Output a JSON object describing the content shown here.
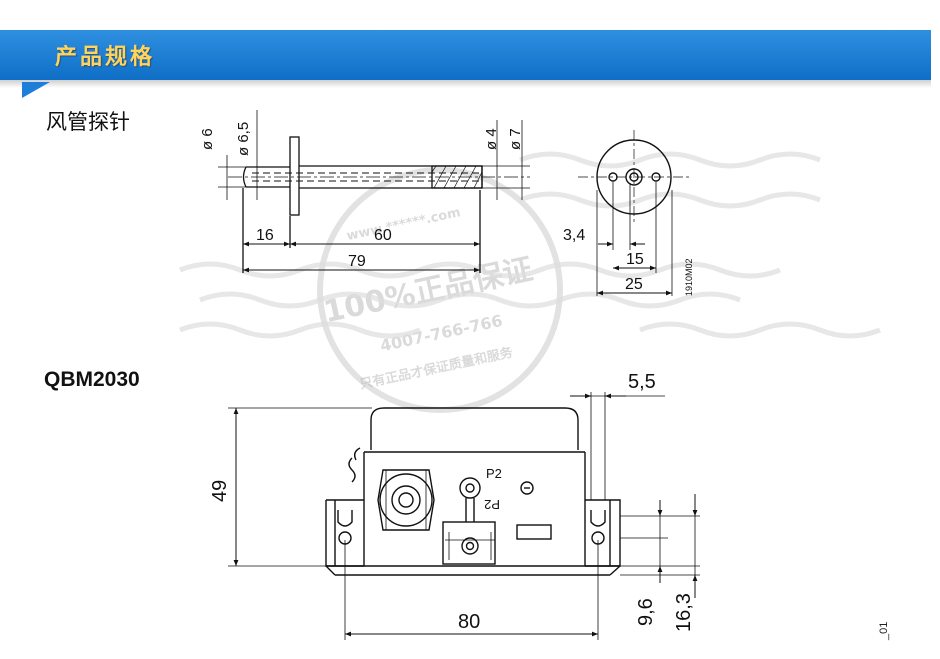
{
  "header": {
    "title": "产品规格"
  },
  "sections": {
    "probe_heading": "风管探针",
    "model_heading": "QBM2030"
  },
  "watermark": {
    "main": "100%正品保证",
    "phone": "4007-766-766",
    "sub": "只有正品才保证质量和服务",
    "site": "www.******.com"
  },
  "probe_drawing": {
    "dia_6": "ø 6",
    "dia_6_5": "ø 6,5",
    "dia_4": "ø 4",
    "dia_7": "ø 7",
    "len_16": "16",
    "len_60": "60",
    "len_79": "79",
    "dim_3_4": "3,4",
    "dim_15": "15",
    "dim_25": "25",
    "ref_code": "1910M02"
  },
  "device_drawing": {
    "dim_5_5": "5,5",
    "dim_49": "49",
    "dim_80": "80",
    "dim_9_6": "9,6",
    "dim_16_3": "16,3",
    "port_label_top": "P2",
    "port_label_bottom": "P2",
    "minus_sign": "−"
  },
  "footer": {
    "doc_code": "_01"
  },
  "colors": {
    "banner": "#1f7fd8",
    "banner_text": "#ffd45a"
  }
}
